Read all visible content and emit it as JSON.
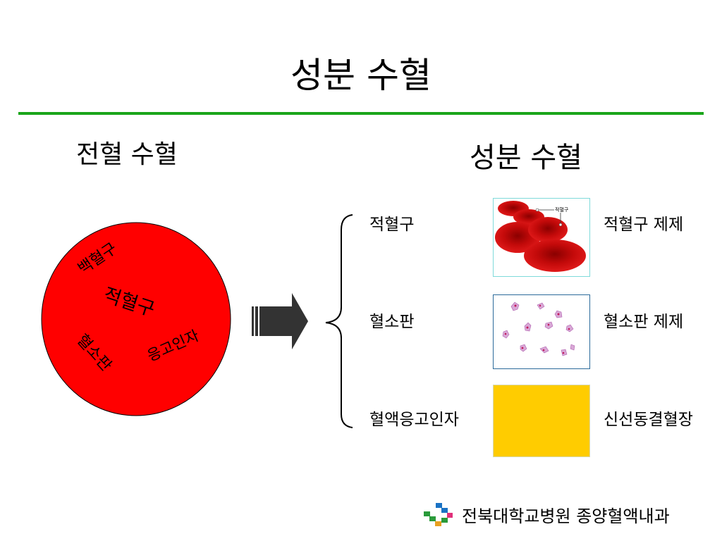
{
  "slide": {
    "title": "성분 수혈",
    "left_heading": "전혈 수혈",
    "right_heading": "성분 수혈"
  },
  "whole_blood_circle": {
    "fill": "#ff0000",
    "labels": {
      "wbc": "백혈구",
      "rbc": "적혈구",
      "platelet": "혈소판",
      "factor": "응고인자"
    }
  },
  "components": [
    {
      "component": "적혈구",
      "product": "적혈구 제제",
      "image": "red-blood-cells",
      "image_caption": "적혈구"
    },
    {
      "component": "혈소판",
      "product": "혈소판 제제",
      "image": "platelets"
    },
    {
      "component": "혈액응고인자",
      "product": "신선동결혈장",
      "image": "plasma",
      "color": "#ffcc00"
    }
  ],
  "footer": {
    "text": "전북대학교병원 종양혈액내과",
    "logo": "hospital-logo-icon"
  },
  "colors": {
    "accent_rule": "#1aa51a",
    "arrow": "#333333",
    "blood_red": "#ff0000",
    "plasma": "#ffcc00"
  }
}
